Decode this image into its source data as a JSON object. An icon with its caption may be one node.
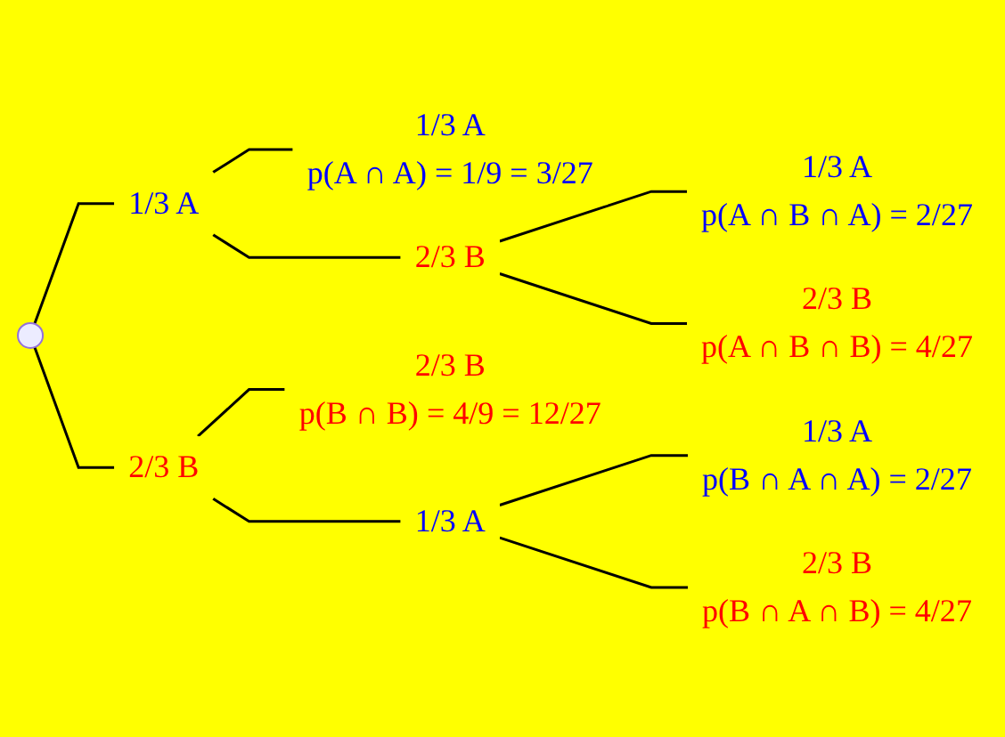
{
  "diagram": {
    "nodes": [
      {
        "text": [],
        "shape": "point"
      },
      {
        "text": [
          "1/3 A"
        ]
      },
      {
        "text": [
          "1/3 A",
          "p(A ∩ A) = 1/9 = 3/27"
        ]
      },
      {
        "text": [
          "2/3 B"
        ]
      },
      {
        "text": [
          "1/3 A",
          "p(A ∩ B ∩ A) = 2/27"
        ]
      },
      {
        "text": [
          "2/3 B",
          "p(A ∩ B ∩ B) = 4/27"
        ]
      },
      {
        "text": [
          "2/3 B"
        ]
      },
      {
        "text": [
          "2/3 B",
          "p(B ∩ B) = 4/9 = 12/27"
        ]
      },
      {
        "text": [
          "1/3 A"
        ]
      },
      {
        "text": [
          "1/3 A",
          "p(B ∩ A ∩ A) = 2/27"
        ]
      },
      {
        "text": [
          "2/3 B",
          "p(B ∩ A ∩ B) = 4/27"
        ]
      }
    ],
    "edges": [
      {
        "from": 0,
        "to": 1,
        "arrow": "none"
      },
      {
        "from": 0,
        "to": 6,
        "arrow": "none"
      },
      {
        "from": 1,
        "to": 2,
        "arrow": "none"
      },
      {
        "from": 1,
        "to": 3,
        "arrow": "none"
      },
      {
        "from": 3,
        "to": 4,
        "arrow": "none"
      },
      {
        "from": 3,
        "to": 5,
        "arrow": "none"
      },
      {
        "from": 6,
        "to": 7,
        "arrow": "none"
      },
      {
        "from": 6,
        "to": 8,
        "arrow": "none"
      },
      {
        "from": 8,
        "to": 9,
        "arrow": "none"
      },
      {
        "from": 8,
        "to": 10,
        "arrow": "none"
      }
    ]
  }
}
